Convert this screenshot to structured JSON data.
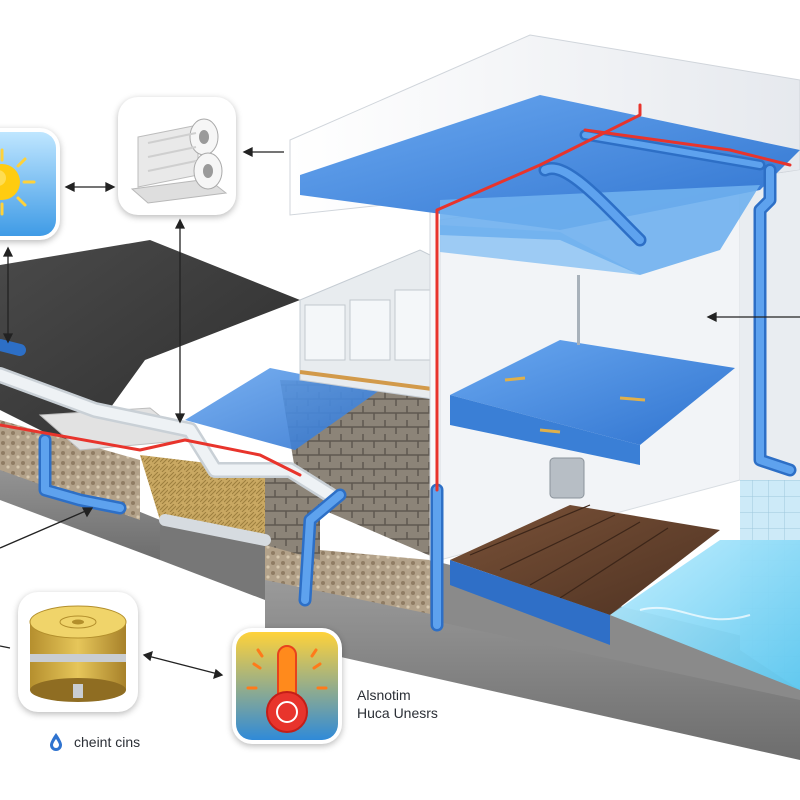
{
  "labels": {
    "right_label_line1": "Alsnotim",
    "right_label_line2": "Huca Unesrs",
    "bottom_left_label": "cheint cins"
  },
  "icons": {
    "sun": "sun-icon",
    "insulation_rolls": "insulation-rolls-icon",
    "filter_canister": "filter-canister-icon",
    "thermometer": "thermometer-icon",
    "drop": "drop-icon"
  },
  "colors": {
    "pipe_blue": "#3f8ee0",
    "pipe_red": "#e8342c",
    "pipe_white": "#e9eef2",
    "water": "#7fd3f2",
    "panel_blue": "#4f8fe0",
    "floor_wood": "#6b4631",
    "soil": "#a08a70",
    "concrete": "#7d7d7d"
  }
}
